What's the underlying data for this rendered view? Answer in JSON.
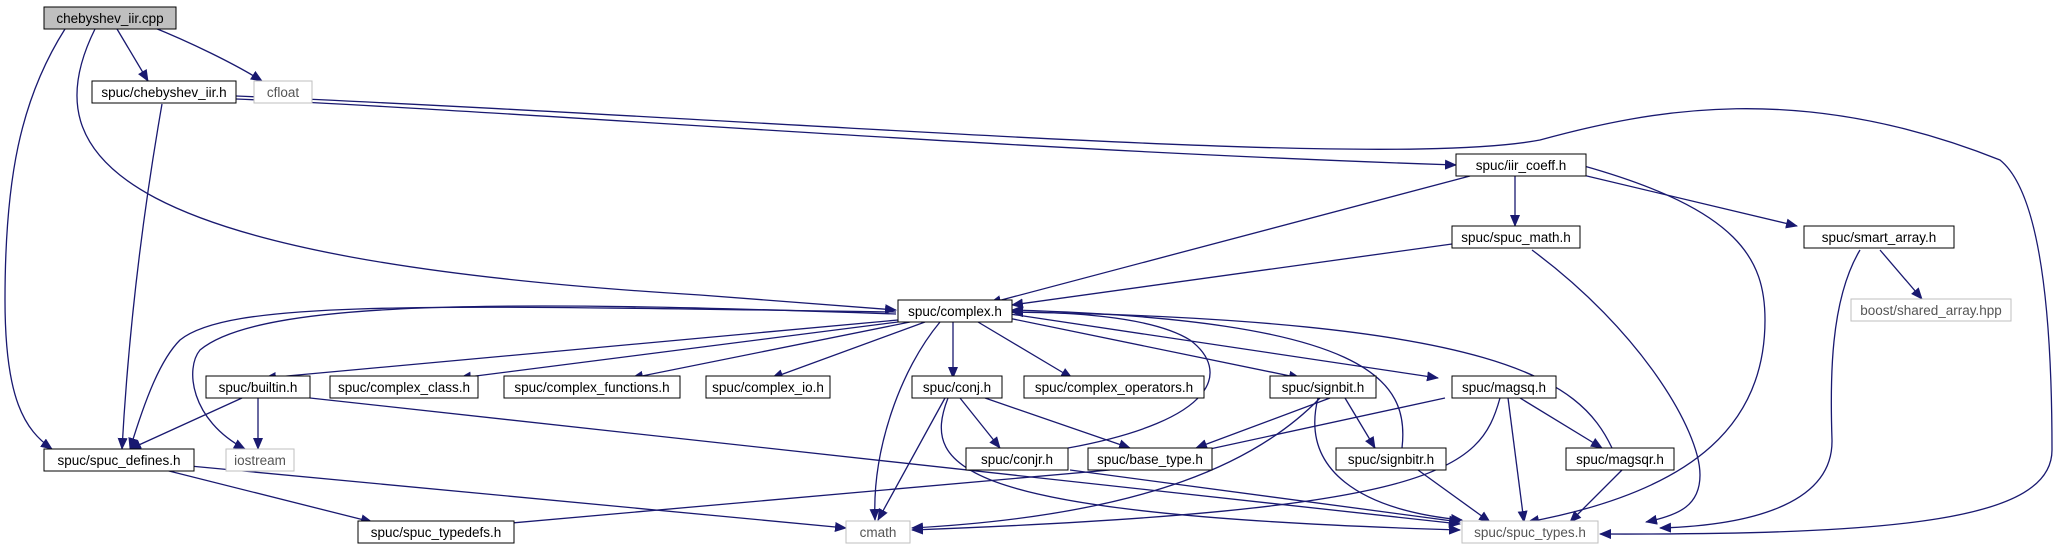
{
  "colors": {
    "edge": "#191970",
    "node_border": "#000000",
    "node_border_external": "#bfbfbf",
    "node_fill": "#ffffff",
    "node_fill_root": "#bfbfbf",
    "text": "#000000",
    "text_external": "#555555"
  },
  "nodes": {
    "root": "chebyshev_iir.cpp",
    "chebyshev_iir_h": "spuc/chebyshev_iir.h",
    "cfloat": "cfloat",
    "spuc_defines": "spuc/spuc_defines.h",
    "iir_coeff": "spuc/iir_coeff.h",
    "spuc_math": "spuc/spuc_math.h",
    "smart_array": "spuc/smart_array.h",
    "shared_array": "boost/shared_array.hpp",
    "complex_h": "spuc/complex.h",
    "builtin": "spuc/builtin.h",
    "complex_class": "spuc/complex_class.h",
    "complex_functions": "spuc/complex_functions.h",
    "complex_io": "spuc/complex_io.h",
    "conj": "spuc/conj.h",
    "complex_operators": "spuc/complex_operators.h",
    "signbit": "spuc/signbit.h",
    "magsq": "spuc/magsq.h",
    "iostream": "iostream",
    "conjr": "spuc/conjr.h",
    "base_type": "spuc/base_type.h",
    "signbitr": "spuc/signbitr.h",
    "magsqr": "spuc/magsqr.h",
    "spuc_typedefs": "spuc/spuc_typedefs.h",
    "cmath": "cmath",
    "spuc_types": "spuc/spuc_types.h"
  }
}
